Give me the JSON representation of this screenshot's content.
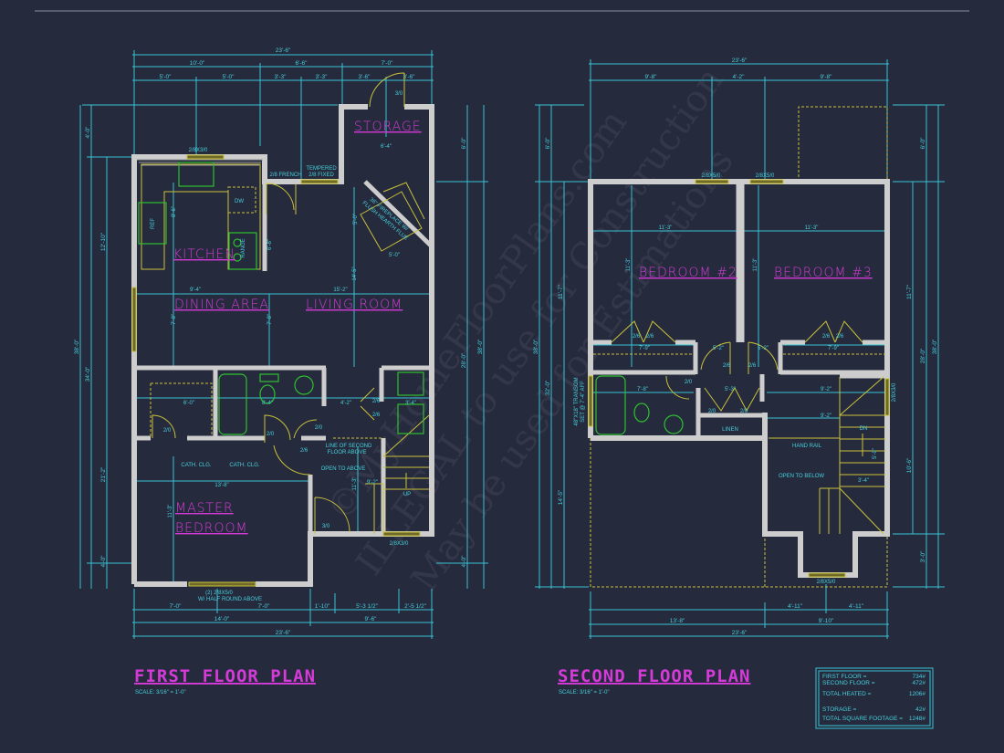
{
  "colors": {
    "background": "#262a3d",
    "walls": "#cdcdcd",
    "dimensions": "#36c3d3",
    "room_labels": "#d53bd8",
    "doors": "#c9c23a",
    "fixtures": "#2fc02f"
  },
  "watermark": [
    "©MyHomeFloorPlans.com",
    "ILLEGAL to use for Construction",
    "May be used for Estimations"
  ],
  "f": {
    "title": "FIRST FLOOR PLAN",
    "scale": "SCALE: 3/16\" = 1'-0\"",
    "rooms": {
      "storage": "STORAGE",
      "kitchen": "KITCHEN",
      "dining": "DINING AREA",
      "living": "LIVING ROOM",
      "master1": "MASTER",
      "master2": "BEDROOM"
    },
    "dims": [
      "23'-6\"",
      "10'-0\"",
      "6'-6\"",
      "7'-0\"",
      "5'-0\"",
      "5'-0\"",
      "3'-3\"",
      "3'-3\"",
      "3'-6\"",
      "3'-6\"",
      "7'-0\"",
      "7'-0\"",
      "1'-10\"",
      "5'-3 1/2\"",
      "2'-5 1/2\"",
      "14'-0\"",
      "9'-6\"",
      "23'-6\"",
      "4'-0\"",
      "34'-0\"",
      "4'-0\"",
      "12'-10\"",
      "21'-2\"",
      "38'-0\"",
      "6'-0\"",
      "28'-0\"",
      "38'-0\"",
      "4'-0\""
    ],
    "notes": [
      "3/0",
      "6'-4\"",
      "2/8X3/0",
      "2/8 FRENCH",
      "TEMPERED",
      "2/8 FIXED",
      "DW",
      "REF",
      "RANGE",
      "8'-6\"",
      "6'-8\"",
      "36\" FIREPLACE W/",
      "FLUSH HEARTH FLUE",
      "5'-0\"",
      "5'-0\"",
      "9'-4\"",
      "15'-2\"",
      "14'-5\"",
      "7'-8\"",
      "7'-8\"",
      "6'-0\"",
      "2/0",
      "8'-4\"",
      "2/0",
      "2/0",
      "2/6",
      "4'-2\"",
      "2/6",
      "2/6",
      "3'-4\"",
      "LINE OF SECOND",
      "FLOOR ABOVE",
      "OPEN TO ABOVE",
      "CATH. CLG.",
      "CATH. CLG.",
      "13'-8\"",
      "11'-3\"",
      "9'-2\"",
      "UP",
      "3/0",
      "2/8X3/0",
      "11'-3\"",
      "(2) 2/8X5/0",
      "W/ HALF ROUND ABOVE"
    ]
  },
  "s": {
    "title": "SECOND FLOOR PLAN",
    "scale": "SCALE: 3/16\" = 1'-0\"",
    "rooms": {
      "bed2": "BEDROOM #2",
      "bed3": "BEDROOM #3",
      "linen": "LINEN",
      "hand_rail": "HAND RAIL",
      "open_below": "OPEN TO BELOW",
      "dn": "DN"
    },
    "dims": [
      "23'-6\"",
      "9'-8\"",
      "4'-2\"",
      "9'-8\"",
      "4'-11\"",
      "4'-11\"",
      "13'-8\"",
      "9'-10\"",
      "23'-6\"",
      "6'-0\"",
      "38'-0\"",
      "32'-0\"",
      "11'-7\"",
      "14'-5\"",
      "6'-0\"",
      "38'-0\"",
      "28'-0\"",
      "11'-7\"",
      "10'-6\"",
      "3'-0\""
    ],
    "notes": [
      "2/8X5/0",
      "2/8X5/0",
      "11'-3\"",
      "11'-3\"",
      "11'-3\"",
      "11'-3\"",
      "2/6",
      "2/6",
      "2/6",
      "2/6",
      "7'-9\"",
      "7'-9\"",
      "5'-2\"",
      "5'-2\"",
      "2/6",
      "2/6",
      "2/0",
      "7'-8\"",
      "5'-3\"",
      "2/0",
      "2/0",
      "9'-2\"",
      "9'-2\"",
      "3'-4\"",
      "2/8X3/0",
      "48\"X18\" TRANSOM",
      "SET @ 7'-4\" AFF",
      "2/8X5/0",
      "5'-0\""
    ]
  },
  "area_table": [
    {
      "label": "FIRST FLOOR =",
      "value": "734#"
    },
    {
      "label": "SECOND FLOOR =",
      "value": "472#"
    },
    {
      "label": "TOTAL HEATED =",
      "value": "1206#"
    },
    {
      "label": "STORAGE =",
      "value": "42#"
    },
    {
      "label": "TOTAL SQUARE FOOTAGE =",
      "value": "1248#"
    }
  ]
}
